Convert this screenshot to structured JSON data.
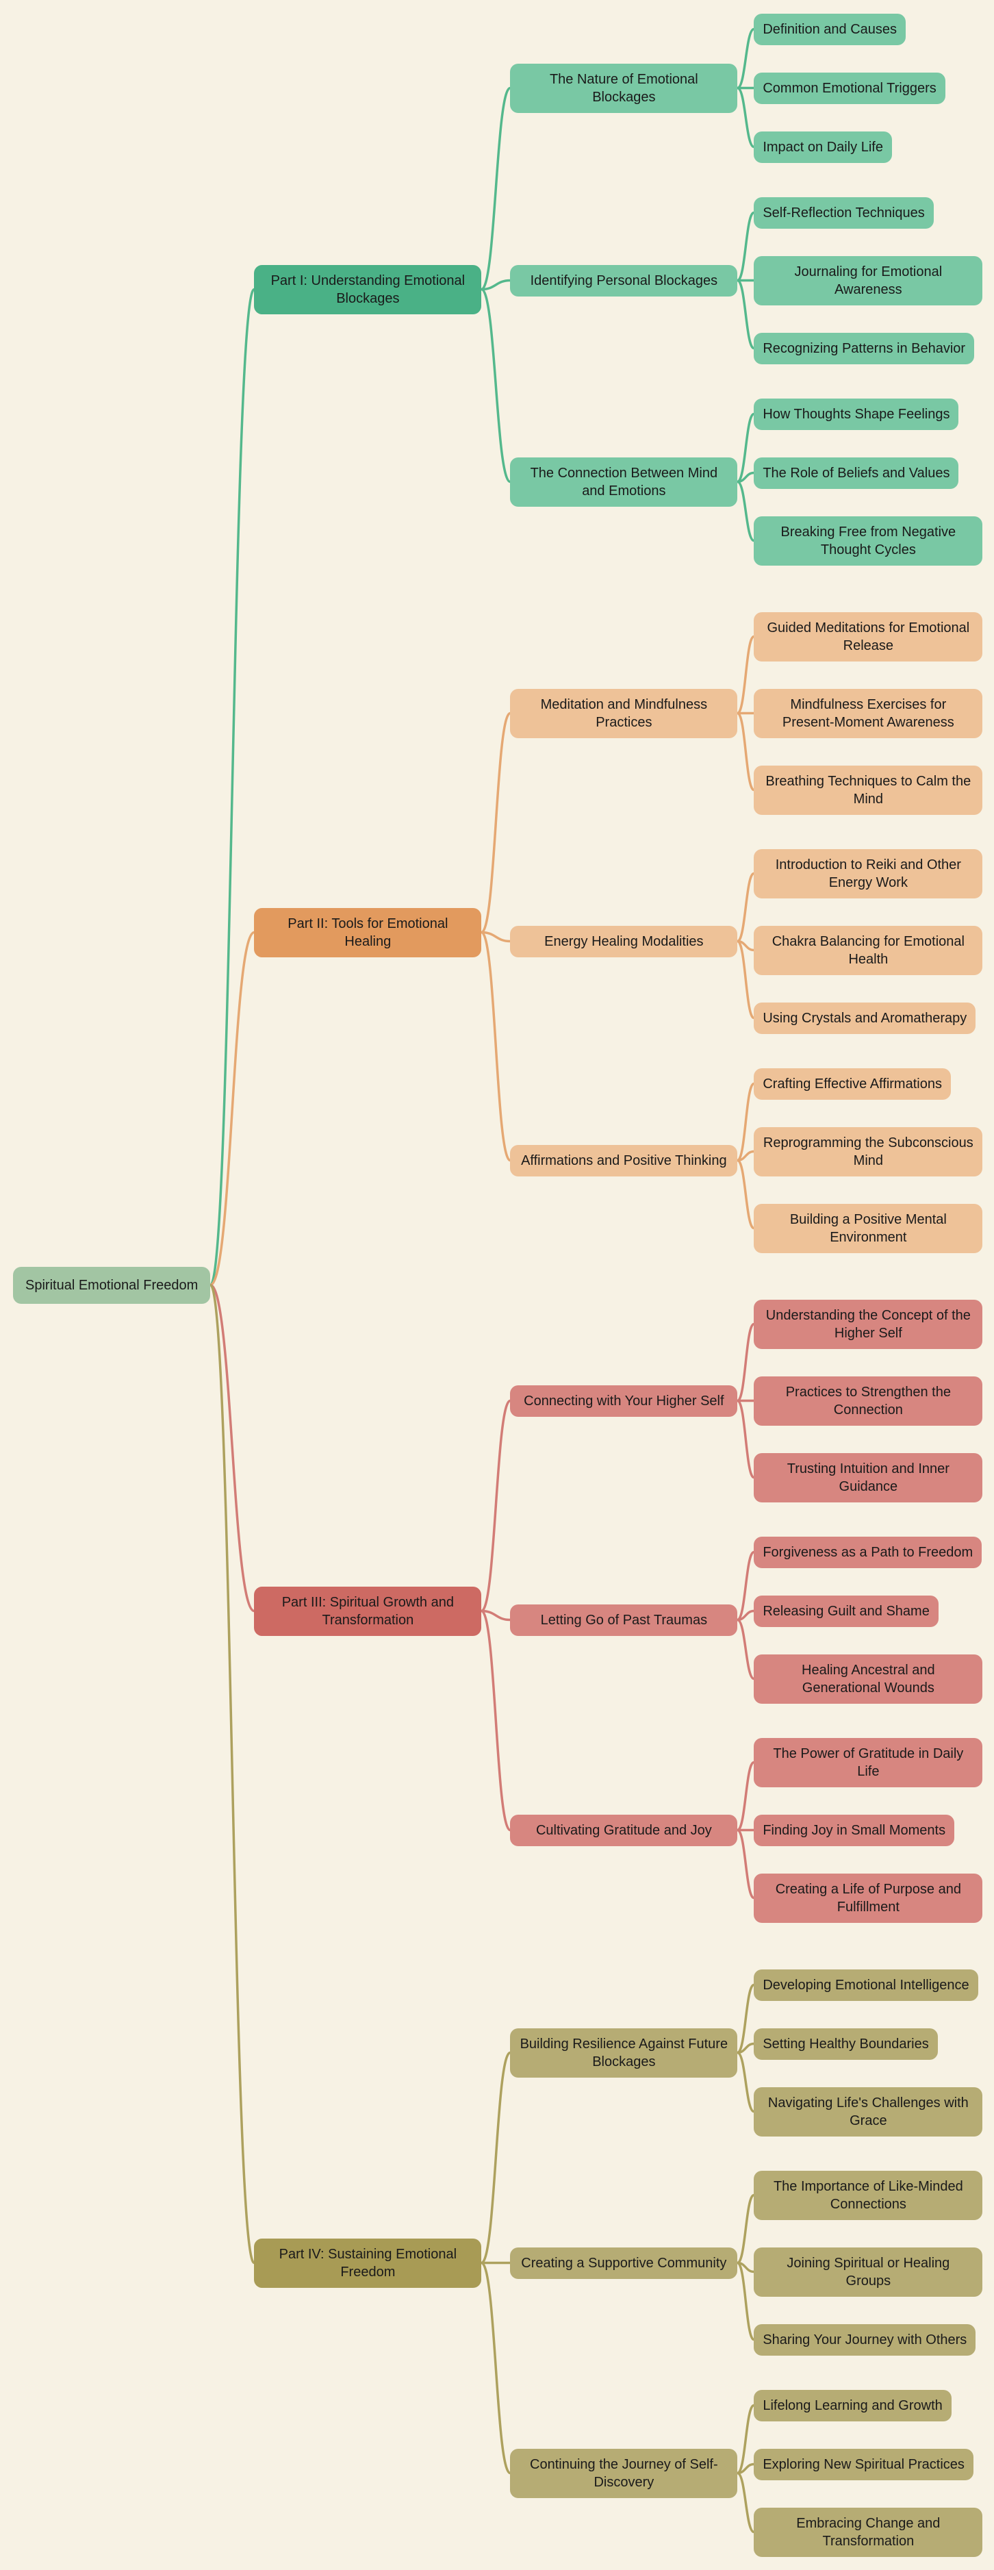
{
  "canvas": {
    "background": "#f7f2e4"
  },
  "tree": {
    "label": "Spiritual Emotional Freedom",
    "color": "#a2c5a3",
    "children": [
      {
        "label": "Part I: Understanding Emotional Blockages",
        "color": "#4ab186",
        "child_color": "#79c8a4",
        "line_color": "#54b88c",
        "children": [
          {
            "label": "The Nature of Emotional Blockages",
            "children": [
              {
                "label": "Definition and Causes"
              },
              {
                "label": "Common Emotional Triggers"
              },
              {
                "label": "Impact on Daily Life"
              }
            ]
          },
          {
            "label": "Identifying Personal Blockages",
            "children": [
              {
                "label": "Self-Reflection Techniques"
              },
              {
                "label": "Journaling for Emotional Awareness"
              },
              {
                "label": "Recognizing Patterns in Behavior"
              }
            ]
          },
          {
            "label": "The Connection Between Mind and Emotions",
            "children": [
              {
                "label": "How Thoughts Shape Feelings"
              },
              {
                "label": "The Role of Beliefs and Values"
              },
              {
                "label": "Breaking Free from Negative Thought Cycles"
              }
            ]
          }
        ]
      },
      {
        "label": "Part II: Tools for Emotional Healing",
        "color": "#e29a5e",
        "child_color": "#eec298",
        "line_color": "#e5a873",
        "children": [
          {
            "label": "Meditation and Mindfulness Practices",
            "children": [
              {
                "label": "Guided Meditations for Emotional Release"
              },
              {
                "label": "Mindfulness Exercises for Present-Moment Awareness"
              },
              {
                "label": "Breathing Techniques to Calm the Mind"
              }
            ]
          },
          {
            "label": "Energy Healing Modalities",
            "children": [
              {
                "label": "Introduction to Reiki and Other Energy Work"
              },
              {
                "label": "Chakra Balancing for Emotional Health"
              },
              {
                "label": "Using Crystals and Aromatherapy"
              }
            ]
          },
          {
            "label": "Affirmations and Positive Thinking",
            "children": [
              {
                "label": "Crafting Effective Affirmations"
              },
              {
                "label": "Reprogramming the Subconscious Mind"
              },
              {
                "label": "Building a Positive Mental Environment"
              }
            ]
          }
        ]
      },
      {
        "label": "Part III: Spiritual Growth and Transformation",
        "color": "#cd6a63",
        "child_color": "#d78680",
        "line_color": "#d27c76",
        "children": [
          {
            "label": "Connecting with Your Higher Self",
            "children": [
              {
                "label": "Understanding the Concept of the Higher Self"
              },
              {
                "label": "Practices to Strengthen the Connection"
              },
              {
                "label": "Trusting Intuition and Inner Guidance"
              }
            ]
          },
          {
            "label": "Letting Go of Past Traumas",
            "children": [
              {
                "label": "Forgiveness as a Path to Freedom"
              },
              {
                "label": "Releasing Guilt and Shame"
              },
              {
                "label": "Healing Ancestral and Generational Wounds"
              }
            ]
          },
          {
            "label": "Cultivating Gratitude and Joy",
            "children": [
              {
                "label": "The Power of Gratitude in Daily Life"
              },
              {
                "label": "Finding Joy in Small Moments"
              },
              {
                "label": "Creating a Life of Purpose and Fulfillment"
              }
            ]
          }
        ]
      },
      {
        "label": "Part IV: Sustaining Emotional Freedom",
        "color": "#a89b55",
        "child_color": "#b6ac74",
        "line_color": "#ada15e",
        "children": [
          {
            "label": "Building Resilience Against Future Blockages",
            "children": [
              {
                "label": "Developing Emotional Intelligence"
              },
              {
                "label": "Setting Healthy Boundaries"
              },
              {
                "label": "Navigating Life's Challenges with Grace"
              }
            ]
          },
          {
            "label": "Creating a Supportive Community",
            "children": [
              {
                "label": "The Importance of Like-Minded Connections"
              },
              {
                "label": "Joining Spiritual or Healing Groups"
              },
              {
                "label": "Sharing Your Journey with Others"
              }
            ]
          },
          {
            "label": "Continuing the Journey of Self-Discovery",
            "children": [
              {
                "label": "Lifelong Learning and Growth"
              },
              {
                "label": "Exploring New Spiritual Practices"
              },
              {
                "label": "Embracing Change and Transformation"
              }
            ]
          }
        ]
      }
    ]
  }
}
